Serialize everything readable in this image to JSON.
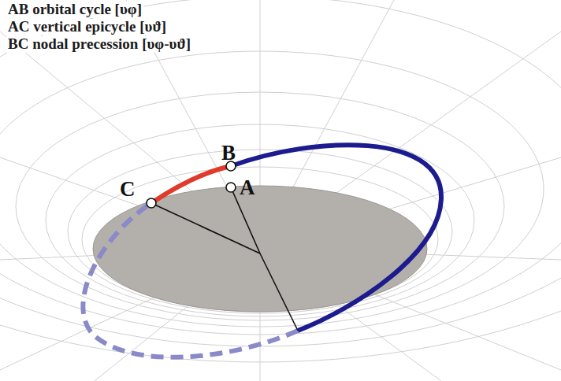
{
  "diagram": {
    "labels": [
      "AB orbital cycle [υφ]",
      "AC vertical epicycle [υϑ]",
      "BC nodal precession [υφ-υϑ]",
      "B",
      "A",
      "C"
    ]
  }
}
